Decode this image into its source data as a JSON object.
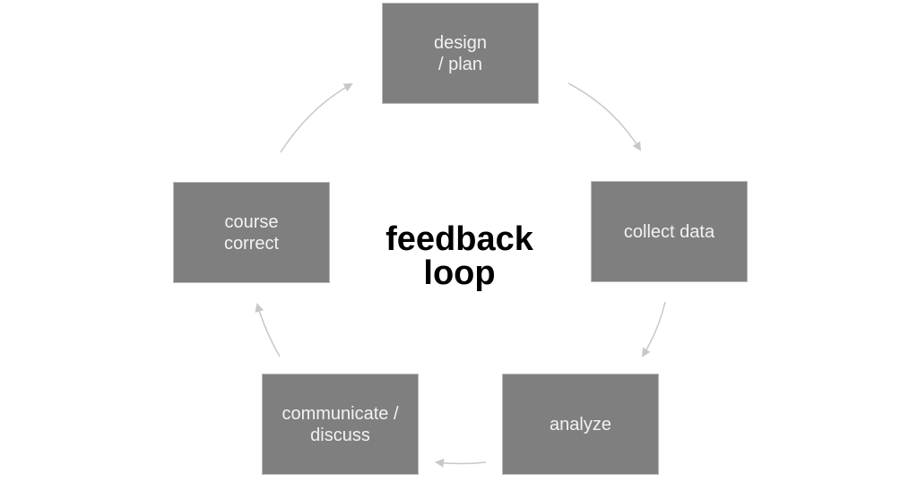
{
  "diagram": {
    "title": "feedback\nloop",
    "colors": {
      "box_fill": "#7f7f7f",
      "box_text": "#f2f2f2",
      "arrow": "#c8c8c8",
      "title": "#000000"
    },
    "nodes": [
      {
        "id": "design",
        "label": "design\n/ plan"
      },
      {
        "id": "collect",
        "label": "collect data"
      },
      {
        "id": "analyze",
        "label": "analyze"
      },
      {
        "id": "communicate",
        "label": "communicate /\ndiscuss"
      },
      {
        "id": "course",
        "label": "course\ncorrect"
      }
    ],
    "edges": [
      {
        "from": "design",
        "to": "collect"
      },
      {
        "from": "collect",
        "to": "analyze"
      },
      {
        "from": "analyze",
        "to": "communicate"
      },
      {
        "from": "communicate",
        "to": "course"
      },
      {
        "from": "course",
        "to": "design"
      }
    ]
  }
}
